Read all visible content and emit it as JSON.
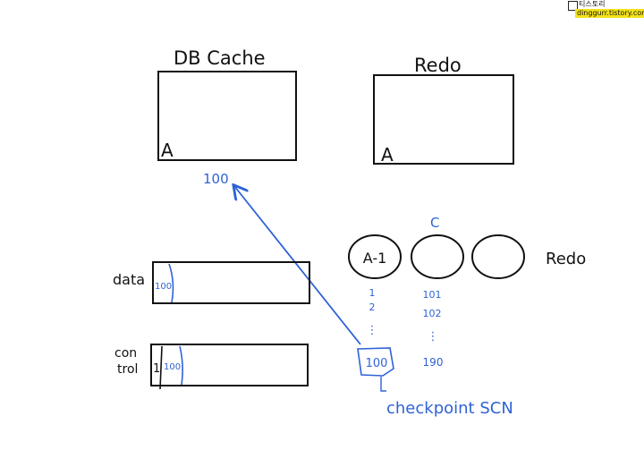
{
  "watermark": {
    "label": "티스토리",
    "url": "dinggurr.tistory.com"
  },
  "db_cache": {
    "title": "DB Cache",
    "content": "A",
    "scn": "100"
  },
  "redo_buffer": {
    "title": "Redo",
    "content": "A"
  },
  "redo_logs": {
    "label": "Redo",
    "current_marker": "C",
    "groups": [
      {
        "label": "A-1",
        "scns": [
          "1",
          "2",
          "⋮"
        ]
      },
      {
        "label": "",
        "scns": [
          "101",
          "102",
          "⋮",
          "190"
        ]
      },
      {
        "label": "",
        "scns": []
      }
    ],
    "checkpoint_value": "100",
    "checkpoint_label": "checkpoint SCN"
  },
  "data_file": {
    "label": "data",
    "scn": "100"
  },
  "control_file": {
    "label_line1": "con",
    "label_line2": "trol",
    "value": "1",
    "scn": "100"
  },
  "colors": {
    "ink": "#111111",
    "annotation": "#2f62d6",
    "watermark_bg": "#f3e21a"
  }
}
